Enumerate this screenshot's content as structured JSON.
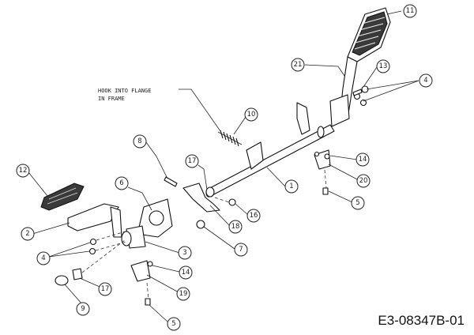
{
  "drawing_code": "E3-08347B-01",
  "note": {
    "line1": "HOOK INTO FLANGE",
    "line2": "IN FRAME"
  },
  "callouts": [
    {
      "id": "c-11",
      "label": "11"
    },
    {
      "id": "c-21",
      "label": "21"
    },
    {
      "id": "c-13",
      "label": "13"
    },
    {
      "id": "c-4a",
      "label": "4"
    },
    {
      "id": "c-10",
      "label": "10"
    },
    {
      "id": "c-8",
      "label": "8"
    },
    {
      "id": "c-17a",
      "label": "17"
    },
    {
      "id": "c-1",
      "label": "1"
    },
    {
      "id": "c-14a",
      "label": "14"
    },
    {
      "id": "c-20",
      "label": "20"
    },
    {
      "id": "c-12",
      "label": "12"
    },
    {
      "id": "c-6",
      "label": "6"
    },
    {
      "id": "c-16",
      "label": "16"
    },
    {
      "id": "c-18",
      "label": "18"
    },
    {
      "id": "c-5a",
      "label": "5"
    },
    {
      "id": "c-2",
      "label": "2"
    },
    {
      "id": "c-7",
      "label": "7"
    },
    {
      "id": "c-3",
      "label": "3"
    },
    {
      "id": "c-4b",
      "label": "4"
    },
    {
      "id": "c-14b",
      "label": "14"
    },
    {
      "id": "c-17b",
      "label": "17"
    },
    {
      "id": "c-19",
      "label": "19"
    },
    {
      "id": "c-9",
      "label": "9"
    },
    {
      "id": "c-5b",
      "label": "5"
    }
  ]
}
